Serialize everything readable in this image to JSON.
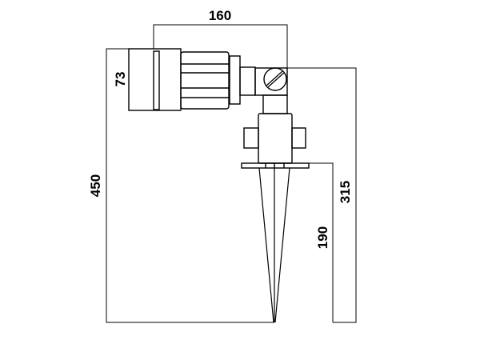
{
  "dimensions": {
    "width_top": "160",
    "head_height": "73",
    "total_height": "450",
    "above_flange_height": "315",
    "spike_length": "190"
  },
  "colors": {
    "line": "#000000",
    "background": "#ffffff"
  }
}
